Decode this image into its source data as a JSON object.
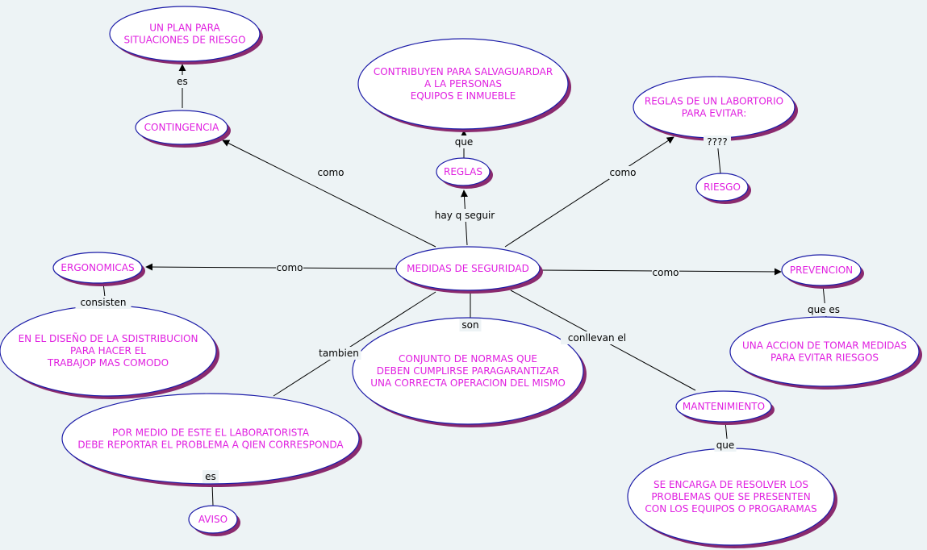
{
  "colors": {
    "background": "#edf3f5",
    "node_fill": "#ffffff",
    "node_border": "#1c1ca8",
    "node_shadow": "#8a2a6e",
    "node_text": "#e020e0",
    "link_text": "#000000"
  },
  "nodes": {
    "plan": [
      "UN PLAN PARA",
      "SITUACIONES DE RIESGO"
    ],
    "contingencia": [
      "CONTINGENCIA"
    ],
    "contribuyen": [
      "CONTRIBUYEN PARA SALVAGUARDAR",
      "A LA PERSONAS",
      "EQUIPOS E INMUEBLE"
    ],
    "reglas": [
      "REGLAS"
    ],
    "reglas_lab": [
      "REGLAS DE UN LABORTORIO",
      "PARA EVITAR:"
    ],
    "riesgo": [
      "RIESGO"
    ],
    "ergonomicas": [
      "ERGONOMICAS"
    ],
    "medidas": [
      "MEDIDAS DE SEGURIDAD"
    ],
    "prevencion": [
      "PREVENCION"
    ],
    "diseno": [
      "EN EL DISEÑO DE LA SDISTRIBUCION",
      "PARA HACER EL",
      "TRABAJOP MAS COMODO"
    ],
    "accion": [
      "UNA ACCION DE TOMAR MEDIDAS",
      "PARA EVITAR RIESGOS"
    ],
    "conjunto": [
      "CONJUNTO DE NORMAS QUE",
      "DEBEN CUMPLIRSE PARAGARANTIZAR",
      "UNA CORRECTA OPERACION DEL MISMO"
    ],
    "mantenimiento": [
      "MANTENIMIENTO"
    ],
    "reportar": [
      "POR MEDIO DE ESTE EL LABORATORISTA",
      "DEBE REPORTAR EL PROBLEMA A QIEN CORRESPONDA"
    ],
    "aviso": [
      "AVISO"
    ],
    "encarga": [
      "SE ENCARGA DE RESOLVER LOS",
      "PROBLEMAS QUE SE PRESENTEN",
      "CON LOS EQUIPOS O PROGARAMAS"
    ]
  },
  "links": {
    "es_top": "es",
    "como_contingencia": "como",
    "que_reglas": "que",
    "hay_q_seguir": "hay q seguir",
    "como_reglas_lab": "como",
    "dots": "????",
    "como_ergonomicas": "como",
    "como_prevencion": "como",
    "consisten": "consisten",
    "que_es": "que es",
    "son": "son",
    "tambien": "tambien",
    "conllevan_el": "conllevan el",
    "es_aviso": "es",
    "que_mant": "que"
  }
}
